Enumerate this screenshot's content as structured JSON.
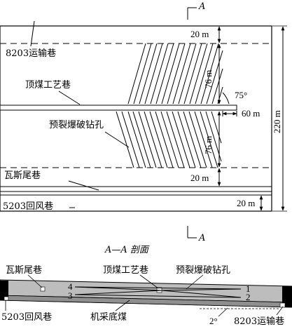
{
  "plan": {
    "section_mark_top": "A",
    "section_mark_bottom": "A",
    "labels": {
      "transport_roadway": "8203运输巷",
      "top_coal_roadway": "顶煤工艺巷",
      "blast_holes": "预裂爆破钻孔",
      "gas_tail_roadway": "瓦斯尾巷",
      "return_air_roadway": "5203回风巷"
    },
    "dimensions": {
      "top_gap": "20 m",
      "upper_span": "76 m",
      "lower_span": "76 m",
      "angle": "75°",
      "hole_extension": "60 m",
      "bottom_gap": "20 m",
      "pillar_gap": "20 m",
      "total_width": "220 m"
    }
  },
  "section": {
    "title": "A—A 剖面",
    "labels": {
      "gas_tail_roadway": "瓦斯尾巷",
      "top_coal_roadway": "顶煤工艺巷",
      "blast_holes": "预裂爆破钻孔",
      "return_air_roadway": "5203回风巷",
      "mined_coal": "机采底煤",
      "transport_roadway": "8203运输巷",
      "dip_angle": "2°"
    },
    "hole_numbers": [
      "4",
      "3",
      "1",
      "2"
    ]
  }
}
